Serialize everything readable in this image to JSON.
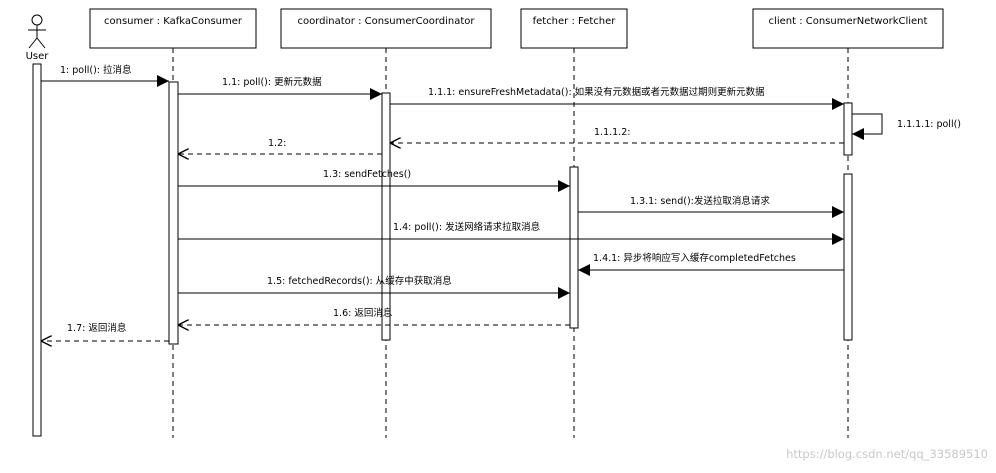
{
  "actor": {
    "label": "User"
  },
  "participants": [
    {
      "id": "consumer",
      "label": "consumer : KafkaConsumer"
    },
    {
      "id": "coordinator",
      "label": "coordinator : ConsumerCoordinator"
    },
    {
      "id": "fetcher",
      "label": "fetcher : Fetcher"
    },
    {
      "id": "client",
      "label": "client : ConsumerNetworkClient"
    }
  ],
  "messages": [
    {
      "from": "user",
      "to": "consumer",
      "kind": "sync",
      "label": "1: poll():  拉消息"
    },
    {
      "from": "consumer",
      "to": "coordinator",
      "kind": "sync",
      "label": "1.1: poll(): 更新元数据"
    },
    {
      "from": "coordinator",
      "to": "client",
      "kind": "sync",
      "label": "1.1.1: ensureFreshMetadata(): 如果没有元数据或者元数据过期则更新元数据"
    },
    {
      "from": "client",
      "to": "client",
      "kind": "self",
      "label": "1.1.1.1: poll()"
    },
    {
      "from": "client",
      "to": "coordinator",
      "kind": "return",
      "label": "1.1.1.2:"
    },
    {
      "from": "coordinator",
      "to": "consumer",
      "kind": "return",
      "label": "1.2:"
    },
    {
      "from": "consumer",
      "to": "fetcher",
      "kind": "sync",
      "label": "1.3: sendFetches()"
    },
    {
      "from": "fetcher",
      "to": "client",
      "kind": "sync",
      "label": "1.3.1: send():发送拉取消息请求"
    },
    {
      "from": "consumer",
      "to": "client",
      "kind": "sync",
      "label": "1.4: poll():  发送网络请求拉取消息"
    },
    {
      "from": "client",
      "to": "fetcher",
      "kind": "sync",
      "label": "1.4.1:  异步将响应写入缓存completedFetches"
    },
    {
      "from": "consumer",
      "to": "fetcher",
      "kind": "sync",
      "label": "1.5: fetchedRecords():  从缓存中获取消息"
    },
    {
      "from": "fetcher",
      "to": "consumer",
      "kind": "return",
      "label": "1.6: 返回消息"
    },
    {
      "from": "consumer",
      "to": "user",
      "kind": "return",
      "label": "1.7: 返回消息"
    }
  ],
  "watermark": "https://blog.csdn.net/qq_33589510"
}
